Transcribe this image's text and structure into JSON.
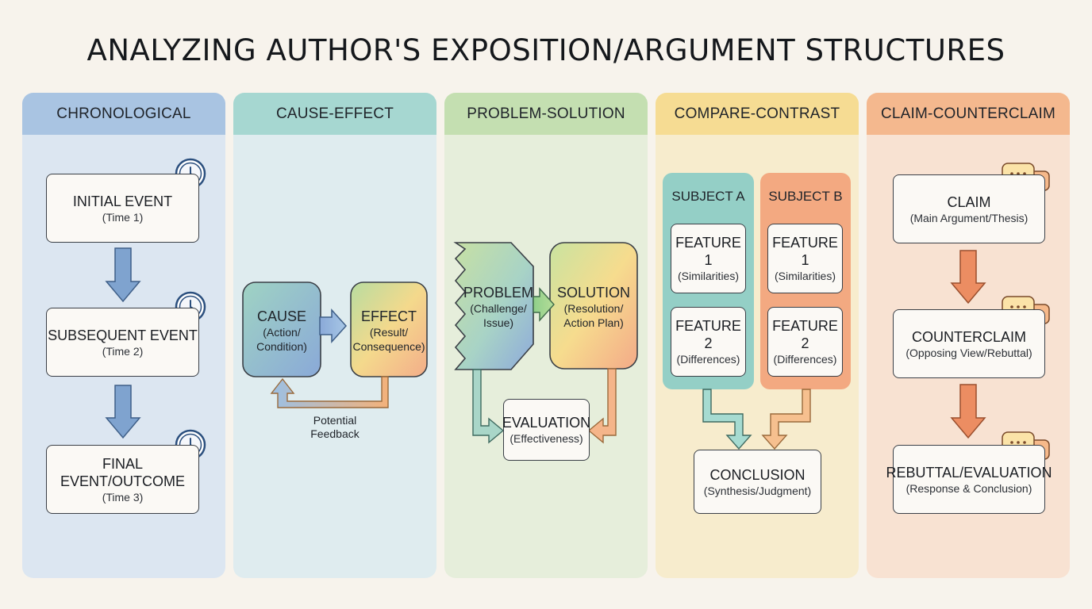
{
  "title": "ANALYZING AUTHOR'S EXPOSITION/ARGUMENT STRUCTURES",
  "columns": [
    {
      "header": "CHRONOLOGICAL"
    },
    {
      "header": "CAUSE-EFFECT"
    },
    {
      "header": "PROBLEM-SOLUTION"
    },
    {
      "header": "COMPARE-CONTRAST"
    },
    {
      "header": "CLAIM-COUNTERCLAIM"
    }
  ],
  "chronological": {
    "initial": {
      "title": "INITIAL EVENT",
      "sub": "(Time 1)"
    },
    "subsequent": {
      "title": "SUBSEQUENT EVENT",
      "sub": "(Time 2)"
    },
    "final": {
      "title": "FINAL EVENT/OUTCOME",
      "sub": "(Time 3)"
    }
  },
  "cause_effect": {
    "cause": {
      "title": "CAUSE",
      "sub1": "(Action/",
      "sub2": "Condition)"
    },
    "effect": {
      "title": "EFFECT",
      "sub1": "(Result/",
      "sub2": "Consequence)"
    },
    "feedback1": "Potential",
    "feedback2": "Feedback"
  },
  "problem_solution": {
    "problem": {
      "title": "PROBLEM",
      "sub1": "(Challenge/",
      "sub2": "Issue)"
    },
    "solution": {
      "title": "SOLUTION",
      "sub1": "(Resolution/",
      "sub2": "Action Plan)"
    },
    "evaluation": {
      "title": "EVALUATION",
      "sub": "(Effectiveness)"
    }
  },
  "compare_contrast": {
    "subject_a": "SUBJECT A",
    "subject_b": "SUBJECT B",
    "a_feature1": {
      "title": "FEATURE 1",
      "sub": "(Similarities)"
    },
    "a_feature2": {
      "title": "FEATURE 2",
      "sub": "(Differences)"
    },
    "b_feature1": {
      "title": "FEATURE 1",
      "sub": "(Similarities)"
    },
    "b_feature2": {
      "title": "FEATURE 2",
      "sub": "(Differences)"
    },
    "conclusion": {
      "title": "CONCLUSION",
      "sub": "(Synthesis/Judgment)"
    }
  },
  "claim_counterclaim": {
    "claim": {
      "title": "CLAIM",
      "sub": "(Main Argument/Thesis)"
    },
    "counterclaim": {
      "title": "COUNTERCLAIM",
      "sub": "(Opposing View/Rebuttal)"
    },
    "rebuttal": {
      "title": "REBUTTAL/EVALUATION",
      "sub": "(Response & Conclusion)"
    }
  },
  "colors": {
    "blue": "#a9c4e2",
    "teal": "#a6d7d1",
    "green": "#c4dfb1",
    "yellow": "#f6dc93",
    "orange": "#f4b88e",
    "arrow_blue": "#7fa3cf",
    "arrow_orange": "#ec8d62"
  }
}
